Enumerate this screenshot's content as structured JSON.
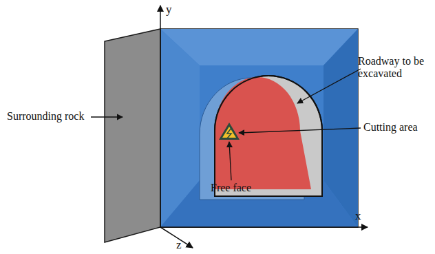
{
  "diagram": {
    "labels": [
      "y",
      "x",
      "z",
      "Surrounding rock",
      "Roadway to be excavated",
      "Cutting area",
      "Free face"
    ]
  }
}
